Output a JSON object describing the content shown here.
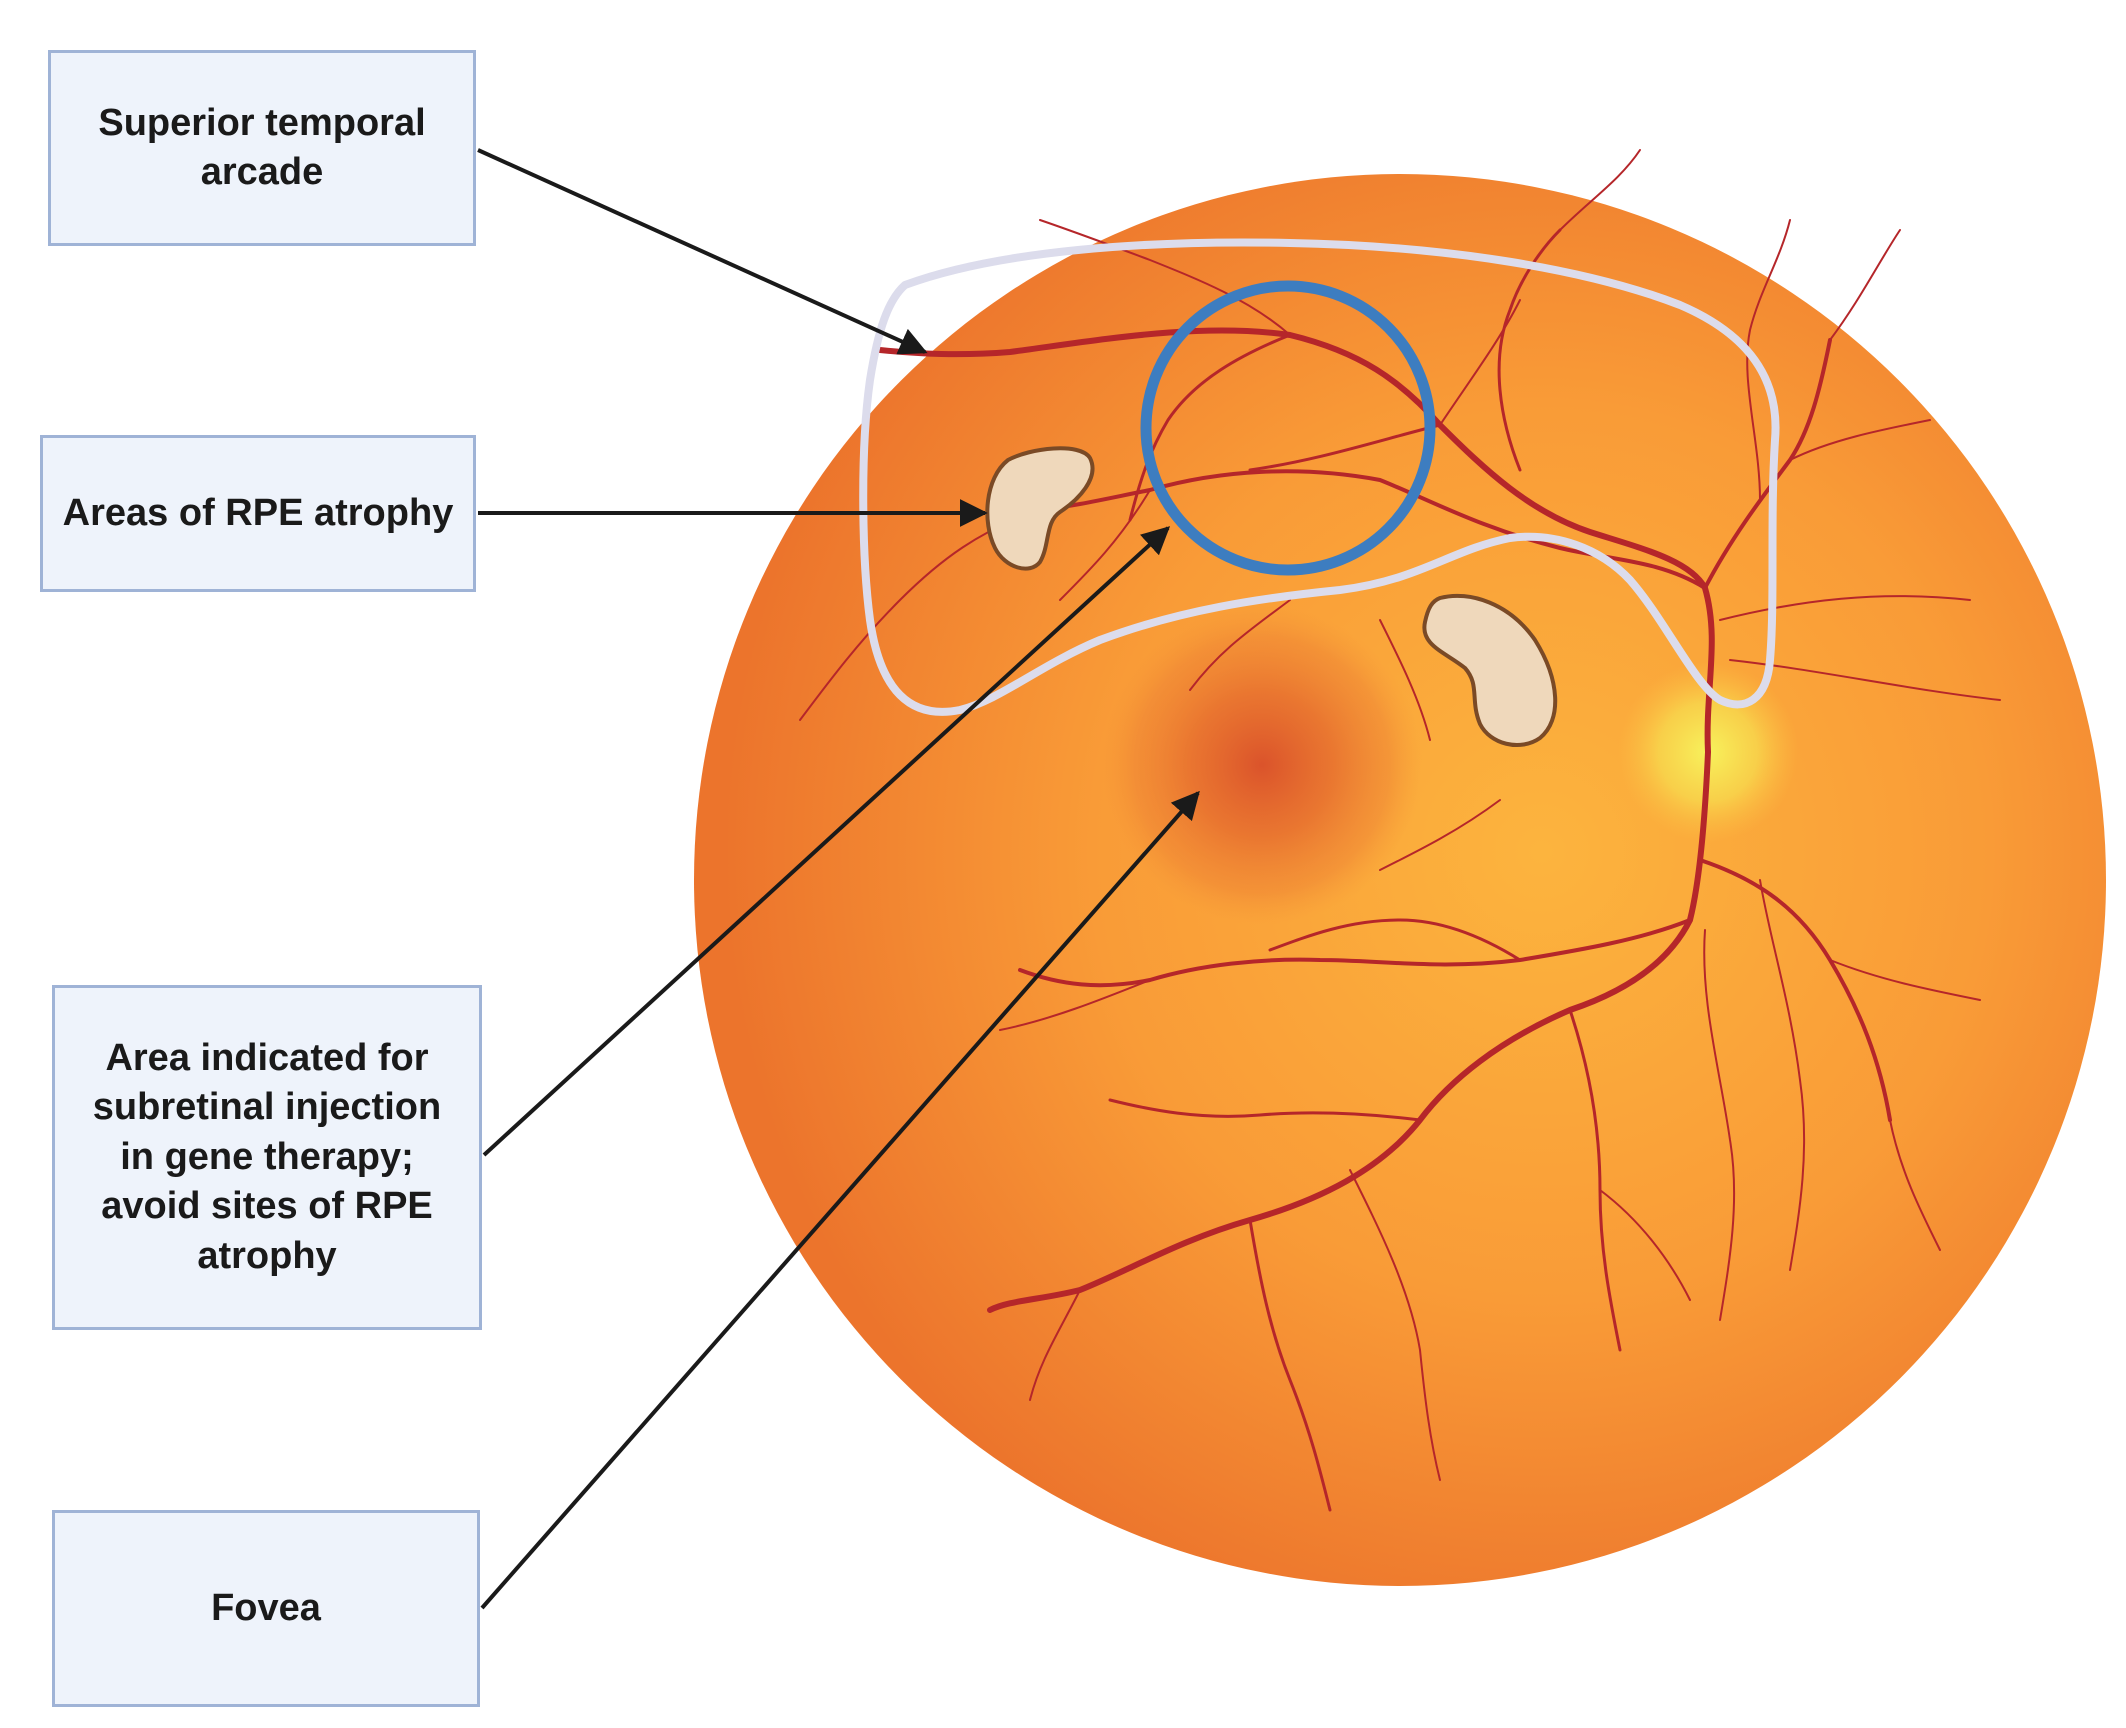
{
  "labels": {
    "superior_temporal_arcade": "Superior temporal arcade",
    "areas_rpe_atrophy": "Areas of RPE atrophy",
    "injection_area": "Area indicated for subretinal injection in gene therapy; avoid sites of RPE atrophy",
    "fovea": "Fovea"
  },
  "colors": {
    "retina_outer": "#ef7a2e",
    "retina_inner": "#fbab3b",
    "vessel": "#b5262a",
    "injection_circle": "#3d7dc0",
    "arcade_region_outline": "#dcdcec",
    "rpe_atrophy_fill": "#efd8bb",
    "rpe_atrophy_stroke": "#7a4a26",
    "optic_disc": "#f7ee5a",
    "fovea": "#d9542a",
    "label_box_fill": "#eef3fb",
    "label_box_border": "#9fb3d6",
    "arrow": "#1a1a1a"
  }
}
